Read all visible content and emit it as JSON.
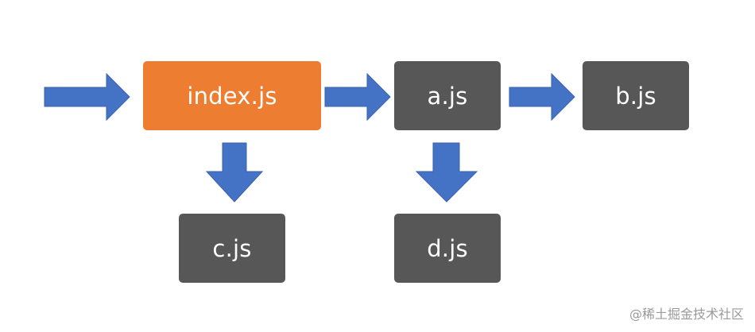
{
  "diagram": {
    "nodes": {
      "index": {
        "label": "index.js",
        "color": "#ED7D31"
      },
      "a": {
        "label": "a.js",
        "color": "#575757"
      },
      "b": {
        "label": "b.js",
        "color": "#575757"
      },
      "c": {
        "label": "c.js",
        "color": "#575757"
      },
      "d": {
        "label": "d.js",
        "color": "#575757"
      }
    },
    "edges": [
      {
        "from": "entry",
        "to": "index"
      },
      {
        "from": "index",
        "to": "a"
      },
      {
        "from": "a",
        "to": "b"
      },
      {
        "from": "index",
        "to": "c"
      },
      {
        "from": "a",
        "to": "d"
      }
    ],
    "arrow_color": "#4472C4",
    "arrow_stroke": "#3A62AC"
  },
  "watermark": "@稀土掘金技术社区"
}
